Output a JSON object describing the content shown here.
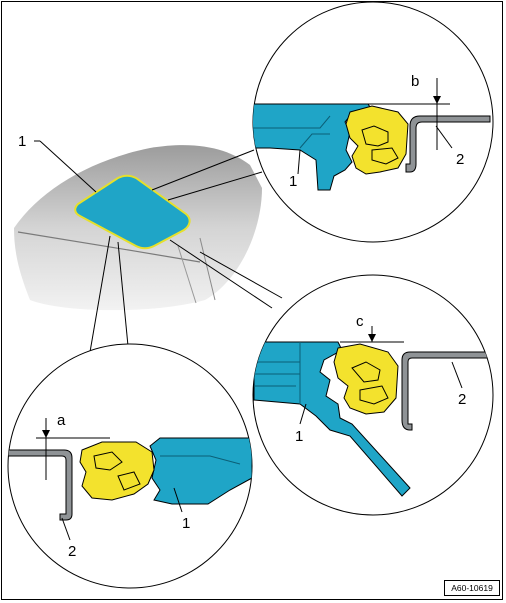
{
  "labels": {
    "overview_part": "1",
    "top_detail_seal": "1",
    "top_detail_panel": "2",
    "top_detail_dim": "b",
    "right_detail_seal": "1",
    "right_detail_panel": "2",
    "right_detail_dim": "c",
    "left_detail_seal": "1",
    "left_detail_panel": "2",
    "left_detail_dim": "a"
  },
  "figure_ref": "A60-10619",
  "colors": {
    "seal": "#1fa5c7",
    "insert": "#f3e22d",
    "panel": "#8f9396",
    "roof": "#c9c9c9",
    "outline": "#000000"
  }
}
